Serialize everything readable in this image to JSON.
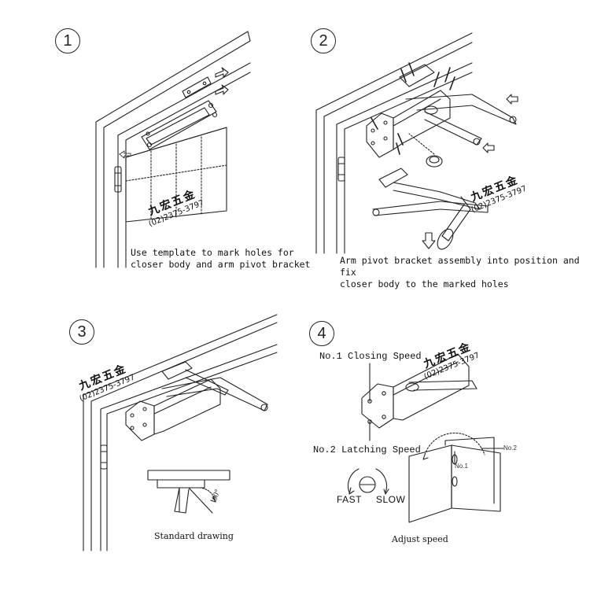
{
  "panels": [
    {
      "step": "1",
      "caption": "Use template to mark holes for\ncloser body and arm pivot bracket"
    },
    {
      "step": "2",
      "caption": "Arm pivot bracket assembly into position and fix\ncloser body to the marked holes"
    },
    {
      "step": "3",
      "caption": "Standard drawing",
      "angle_label": "90°"
    },
    {
      "step": "4",
      "caption": "Adjust speed",
      "closing_label": "No.1 Closing Speed",
      "latching_label": "No.2 Latching Speed",
      "fast_label": "FAST",
      "slow_label": "SLOW",
      "door_label_1": "No.1",
      "door_label_2": "No.2"
    }
  ],
  "watermark": {
    "company": "九宏五金",
    "phone": "(02)2375-3797"
  },
  "icons": [
    "circled-number-icon",
    "arrow-icon",
    "screw-icon",
    "hinge-icon",
    "speed-dial-icon"
  ]
}
